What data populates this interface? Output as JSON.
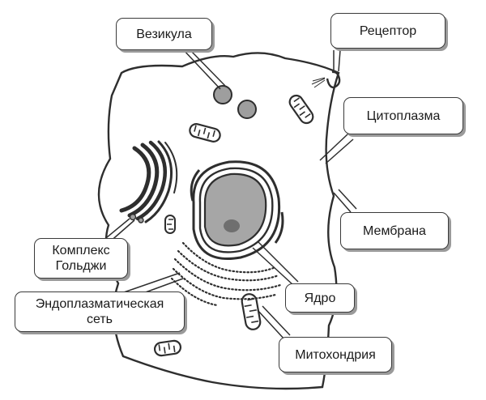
{
  "labels": {
    "vesicle": "Везикула",
    "receptor": "Рецептор",
    "cytoplasm": "Цитоплазма",
    "membrane": "Мембрана",
    "golgi_line1": "Комплекс",
    "golgi_line2": "Гольджи",
    "er_line1": "Эндоплазматическая",
    "er_line2": "сеть",
    "nucleus": "Ядро",
    "mitochondrion": "Митохондрия"
  },
  "colors": {
    "line": "#2e2e2e",
    "nucleus_fill": "#a6a6a6",
    "nucleolus_fill": "#6f6f6f",
    "vesicle_fill": "#9e9e9e",
    "callout_shadow": "#9a9a9a"
  }
}
